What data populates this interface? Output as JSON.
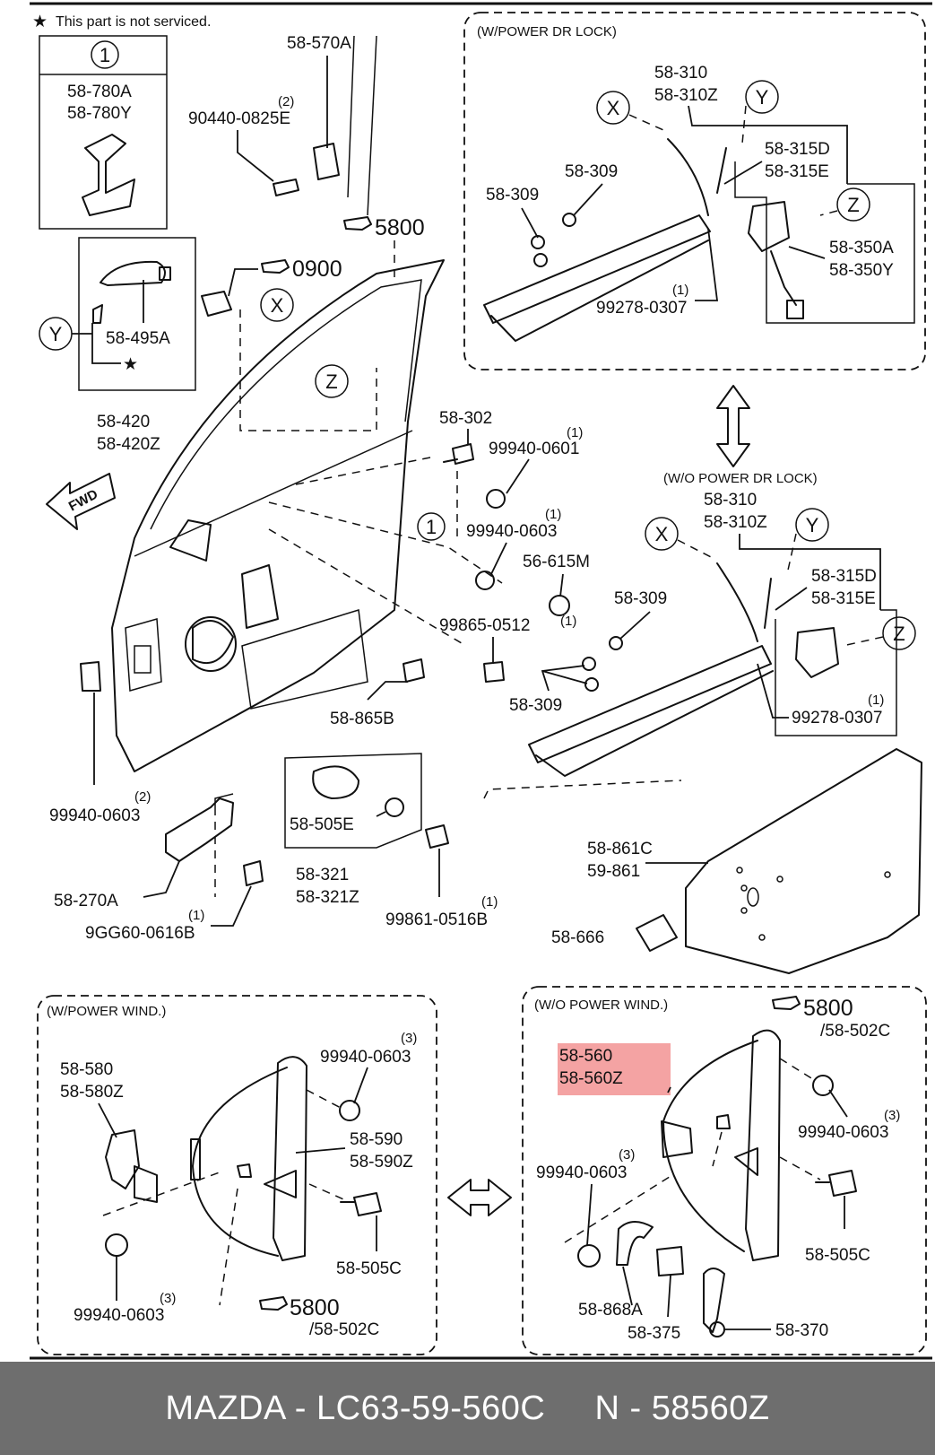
{
  "diagram": {
    "legend_note": "This part is not serviced.",
    "legend_circle": "1",
    "legend_parts": [
      "58-780A",
      "58-780Y"
    ],
    "section_headers": {
      "power_lock": "(W/POWER DR LOCK)",
      "no_power_lock": "(W/O POWER DR LOCK)",
      "power_wind": "(W/POWER WIND.)",
      "no_power_wind": "(W/O POWER WIND.)"
    },
    "markers": {
      "x": "X",
      "y": "Y",
      "z": "Z",
      "one": "1"
    },
    "fwd": "FWD",
    "refs": {
      "r5800": "5800",
      "r0900": "0900",
      "r5800_b": "5800",
      "r5800_b_sub": "/58-502C",
      "r5800_c": "5800",
      "r5800_c_sub": "/58-502C"
    },
    "labels": {
      "p58_570A": "58-570A",
      "p90440_q": "(2)",
      "p90440": "90440-0825E",
      "p58_495A": "58-495A",
      "p58_420": "58-420",
      "p58_420Z": "58-420Z",
      "pl_58_310": "58-310",
      "pl_58_310Z": "58-310Z",
      "pl_58_315D": "58-315D",
      "pl_58_315E": "58-315E",
      "pl_58_309a": "58-309",
      "pl_58_309b": "58-309",
      "pl_58_350A": "58-350A",
      "pl_58_350Y": "58-350Y",
      "pl_99278_q": "(1)",
      "pl_99278": "99278-0307",
      "p58_302": "58-302",
      "p99940_0601_q": "(1)",
      "p99940_0601": "99940-0601",
      "p99940_0603a_q": "(1)",
      "p99940_0603a": "99940-0603",
      "p56_615M": "56-615M",
      "p99865_q": "(1)",
      "p99865": "99865-0512",
      "p58_865B": "58-865B",
      "p99940_0603b_q": "(2)",
      "p99940_0603b": "99940-0603",
      "p58_505E": "58-505E",
      "p58_321": "58-321",
      "p58_321Z": "58-321Z",
      "p58_270A": "58-270A",
      "p9GG60_q": "(1)",
      "p9GG60": "9GG60-0616B",
      "p99861_q": "(1)",
      "p99861": "99861-0516B",
      "np_58_310": "58-310",
      "np_58_310Z": "58-310Z",
      "np_58_315D": "58-315D",
      "np_58_315E": "58-315E",
      "np_58_309a": "58-309",
      "np_58_309b": "58-309",
      "np_99278_q": "(1)",
      "np_99278": "99278-0307",
      "p58_861C": "58-861C",
      "p59_861": "59-861",
      "p58_666": "58-666",
      "pw_58_580": "58-580",
      "pw_58_580Z": "58-580Z",
      "pw_99940_0603a_q": "(3)",
      "pw_99940_0603a": "99940-0603",
      "pw_58_590": "58-590",
      "pw_58_590Z": "58-590Z",
      "pw_58_505C": "58-505C",
      "pw_99940_0603b_q": "(3)",
      "pw_99940_0603b": "99940-0603",
      "nw_58_560": "58-560",
      "nw_58_560Z": "58-560Z",
      "nw_99940_0603a_q": "(3)",
      "nw_99940_0603a": "99940-0603",
      "nw_99940_0603b_q": "(3)",
      "nw_99940_0603b": "99940-0603",
      "nw_58_505C": "58-505C",
      "nw_58_868A": "58-868A",
      "nw_58_375": "58-375",
      "nw_58_370": "58-370"
    },
    "highlight_color": "#f4a3a3"
  },
  "footer": {
    "text": "MAZDA - LC63-59-560C     N - 58560Z"
  }
}
